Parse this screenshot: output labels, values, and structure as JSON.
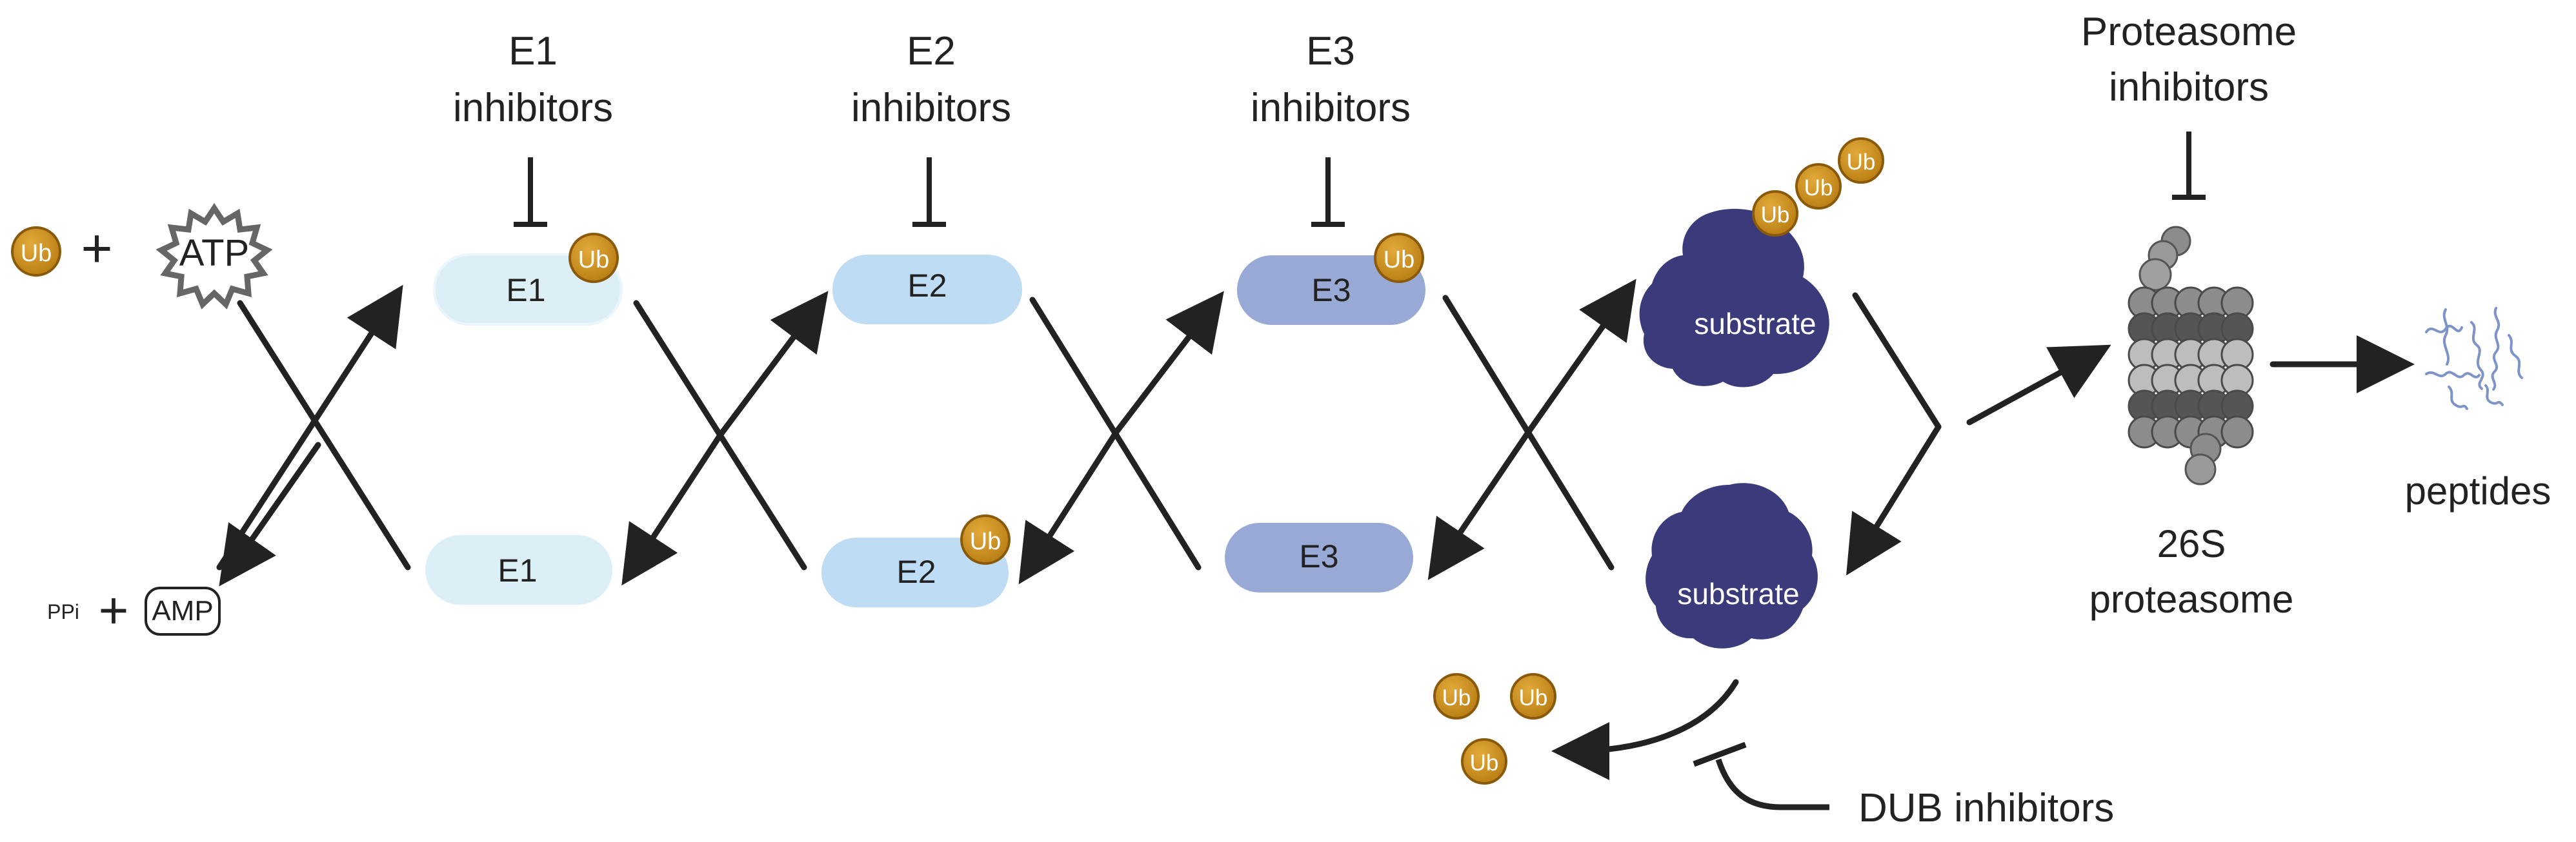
{
  "ub_label": "Ub",
  "reactants": {
    "ub": "Ub",
    "plus": "+",
    "atp": "ATP"
  },
  "products": {
    "ppi": "PPi",
    "plus": "+",
    "amp": "AMP"
  },
  "inhibitors": {
    "e1": [
      "E1",
      "inhibitors"
    ],
    "e2": [
      "E2",
      "inhibitors"
    ],
    "e3": [
      "E3",
      "inhibitors"
    ],
    "proteasome": [
      "Proteasome",
      "inhibitors"
    ],
    "dub": "DUB inhibitors"
  },
  "enzymes": {
    "e1_charged": "E1",
    "e1_free": "E1",
    "e2_free": "E2",
    "e2_charged": "E2",
    "e3_charged": "E3",
    "e3_free": "E3"
  },
  "substrate_label": "substrate",
  "proteasome_label": [
    "26S",
    "proteasome"
  ],
  "peptides_label": "peptides",
  "colors": {
    "ub_fill": "#C9901E",
    "ub_stroke": "#8A5A0A",
    "e1": "#DDEFF6",
    "e2": "#BEDDF5",
    "e3": "#97A9D4",
    "substrate": "#3B3A7A",
    "arrow": "#222222",
    "proteasome_dark": "#555555",
    "proteasome_mid": "#8C8C8C",
    "proteasome_light": "#BDBDBD",
    "peptides": "#7E94C8"
  }
}
